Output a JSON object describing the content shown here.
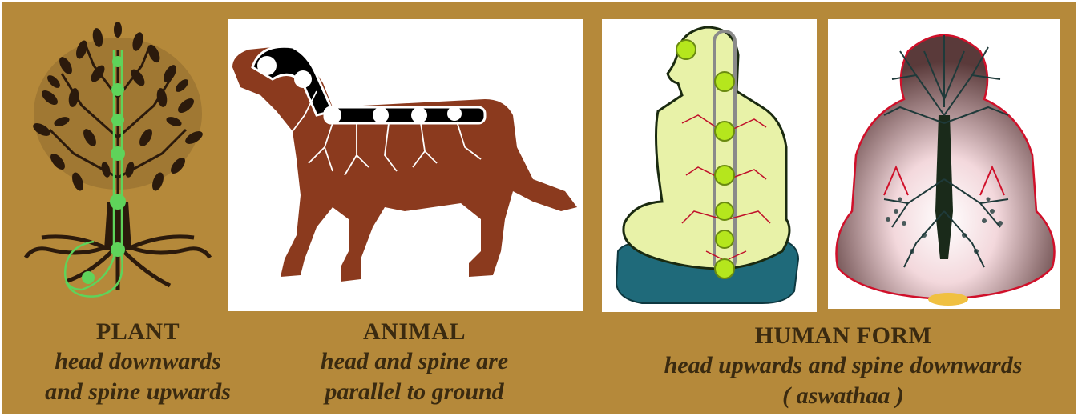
{
  "colors": {
    "background": "#b5893a",
    "caption_text": "#3a2a10",
    "plant_silhouette": "#2b1a0c",
    "plant_energy_line": "#5fd35a",
    "dog_body": "#8b3a1e",
    "spine_band": "#000000",
    "human_body": "#e8f2a8",
    "human_chakra": "#b5e61d",
    "cushion": "#1f6a7a",
    "tree_body": "#2a3a2a"
  },
  "captions": {
    "plant": {
      "title": "PLANT",
      "line1": "head downwards",
      "line2": "and spine upwards"
    },
    "animal": {
      "title": "ANIMAL",
      "line1": "head and spine are",
      "line2": "parallel to ground"
    },
    "human": {
      "title": "HUMAN FORM",
      "line1": "head upwards and spine downwards",
      "line2": "( aswathaa )"
    }
  }
}
